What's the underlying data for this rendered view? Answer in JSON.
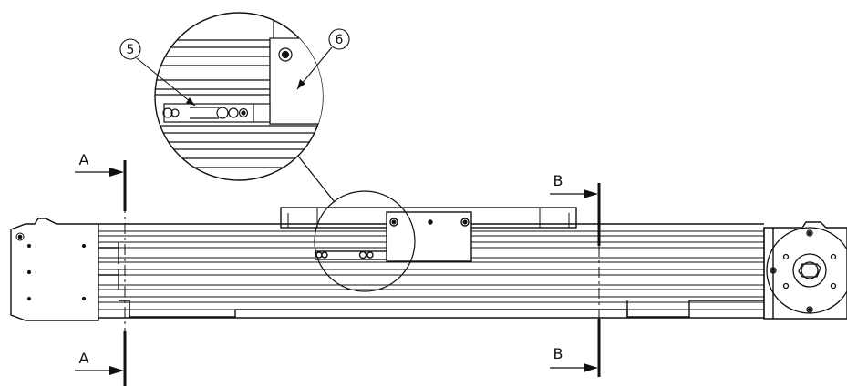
{
  "section_markers": {
    "a_top": "A",
    "a_bottom": "A",
    "b_top": "B",
    "b_bottom": "B"
  },
  "callouts": {
    "part_5": "5",
    "part_6": "6"
  }
}
